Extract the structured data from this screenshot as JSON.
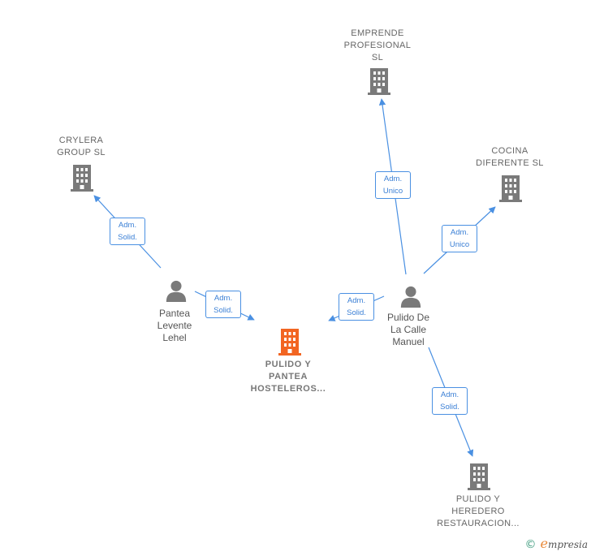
{
  "nodes": {
    "emprende": {
      "lines": [
        "EMPRENDE",
        "PROFESIONAL",
        "SL"
      ],
      "type": "company"
    },
    "crylera": {
      "lines": [
        "CRYLERA",
        "GROUP  SL"
      ],
      "type": "company"
    },
    "cocina": {
      "lines": [
        "COCINA",
        "DIFERENTE  SL"
      ],
      "type": "company"
    },
    "pantea": {
      "lines": [
        "Pantea",
        "Levente",
        "Lehel"
      ],
      "type": "person"
    },
    "pulido_manuel": {
      "lines": [
        "Pulido De",
        "La Calle",
        "Manuel"
      ],
      "type": "person"
    },
    "main": {
      "lines": [
        "PULIDO Y",
        "PANTEA",
        "HOSTELEROS..."
      ],
      "type": "main-company"
    },
    "heredero": {
      "lines": [
        "PULIDO Y",
        "HEREDERO",
        "RESTAURACION..."
      ],
      "type": "company"
    }
  },
  "edges": [
    {
      "from": "pantea",
      "to": "crylera",
      "lines": [
        "Adm.",
        "Solid."
      ]
    },
    {
      "from": "pantea",
      "to": "main",
      "lines": [
        "Adm.",
        "Solid."
      ]
    },
    {
      "from": "pulido_manuel",
      "to": "main",
      "lines": [
        "Adm.",
        "Solid."
      ]
    },
    {
      "from": "pulido_manuel",
      "to": "emprende",
      "lines": [
        "Adm.",
        "Unico"
      ]
    },
    {
      "from": "pulido_manuel",
      "to": "cocina",
      "lines": [
        "Adm.",
        "Unico"
      ]
    },
    {
      "from": "pulido_manuel",
      "to": "heredero",
      "lines": [
        "Adm.",
        "Solid."
      ]
    }
  ],
  "colors": {
    "edge": "#4a90e2",
    "company_icon": "#7a7a7a",
    "main_icon": "#f26522",
    "person_icon": "#7a7a7a"
  },
  "icons": {
    "company": "building-icon",
    "person": "person-icon"
  },
  "footer": {
    "copyright": "©",
    "brand_initial": "e",
    "brand_rest": "mpresia"
  }
}
